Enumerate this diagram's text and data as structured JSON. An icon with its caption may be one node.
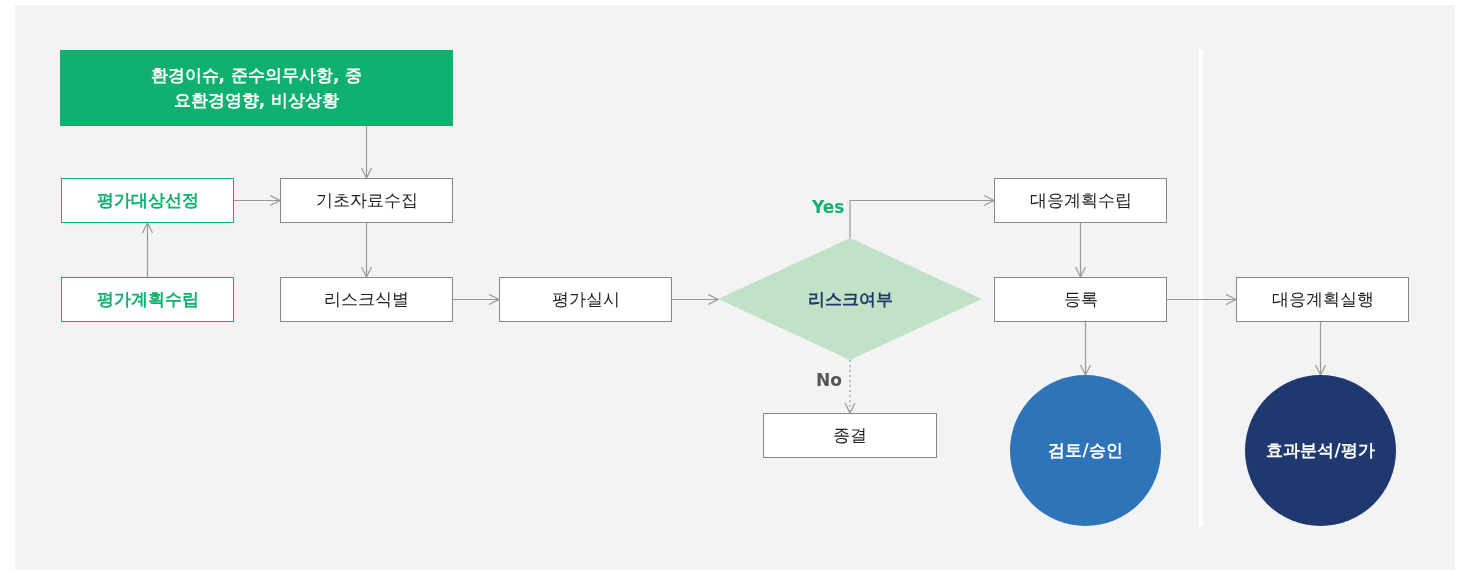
{
  "diagram": {
    "nodes": [
      {
        "text": [
          "환경이슈, 준수의무사항, 중요환경영향, 비상상황"
        ]
      },
      {
        "text": [
          "평가대상선정"
        ]
      },
      {
        "text": [
          "기초자료수집"
        ]
      },
      {
        "text": [
          "평가계획수립"
        ]
      },
      {
        "text": [
          "리스크식별"
        ]
      },
      {
        "text": [
          "평가실시"
        ]
      },
      {
        "text": [
          "리스크여부"
        ]
      },
      {
        "text": [
          "대응계획수립"
        ]
      },
      {
        "text": [
          "등록"
        ]
      },
      {
        "text": [
          "종결"
        ]
      },
      {
        "text": [
          "검토/승인"
        ]
      },
      {
        "text": [
          "대응계획실행"
        ]
      },
      {
        "text": [
          "효과분석/평가"
        ]
      }
    ],
    "edges": [
      {
        "from": 0,
        "to": 2,
        "arrow": "to"
      },
      {
        "from": 1,
        "to": 2,
        "arrow": "to"
      },
      {
        "from": 3,
        "to": 1,
        "arrow": "to"
      },
      {
        "from": 2,
        "to": 4,
        "arrow": "to"
      },
      {
        "from": 4,
        "to": 5,
        "arrow": "to"
      },
      {
        "from": 5,
        "to": 6,
        "arrow": "to"
      },
      {
        "from": 6,
        "to": 7,
        "arrow": "to",
        "label": "Yes"
      },
      {
        "from": 6,
        "to": 9,
        "arrow": "to",
        "label": "No",
        "style": "dashed"
      },
      {
        "from": 7,
        "to": 8,
        "arrow": "to"
      },
      {
        "from": 8,
        "to": 11,
        "arrow": "to"
      },
      {
        "from": 8,
        "to": 10,
        "arrow": "to"
      },
      {
        "from": 11,
        "to": 12,
        "arrow": "to"
      }
    ]
  }
}
